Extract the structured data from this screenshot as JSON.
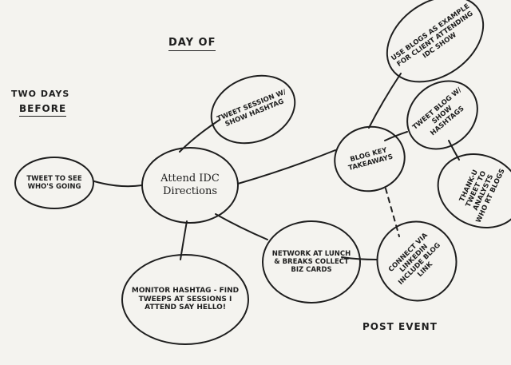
{
  "headings": {
    "day_of": "Day of",
    "two_days": "Two days",
    "before": "before",
    "post_event": "Post event"
  },
  "nodes": {
    "center": "Attend IDC Directions",
    "tweet_whos_going": "Tweet to see who's going",
    "tweet_session": "Tweet session w/ show hashtag",
    "monitor_hashtag": "Monitor hashtag - find tweeps at sessions I attend say hello!",
    "network": "Network at lunch & breaks collect biz cards",
    "blog_takeaways": "Blog key takeaways",
    "use_blogs": "Use blogs as example for client attending IDC show",
    "tweet_blog": "Tweet blog w/ show hashtags",
    "thank_u": "Thank-U tweet to analysts who RT blogs",
    "connect_linkedin": "Connect via LinkedIn include blog link"
  },
  "colors": {
    "ink": "#1e1e1e",
    "paper": "#f4f3ef"
  }
}
